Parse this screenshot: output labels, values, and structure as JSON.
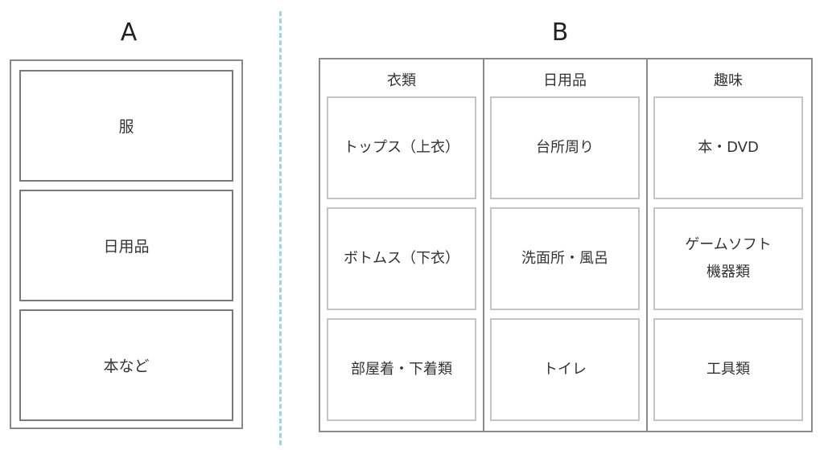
{
  "panel_a": {
    "title": "A",
    "boxes": [
      "服",
      "日用品",
      "本など"
    ]
  },
  "panel_b": {
    "title": "B",
    "columns": [
      {
        "header": "衣類",
        "cells": [
          [
            "トップス（上衣）"
          ],
          [
            "ボトムス（下衣）"
          ],
          [
            "部屋着・下着類"
          ]
        ]
      },
      {
        "header": "日用品",
        "cells": [
          [
            "台所周り"
          ],
          [
            "洗面所・風呂"
          ],
          [
            "トイレ"
          ]
        ]
      },
      {
        "header": "趣味",
        "cells": [
          [
            "本・DVD"
          ],
          [
            "ゲームソフト",
            "機器類"
          ],
          [
            "工具類"
          ]
        ]
      }
    ]
  },
  "colors": {
    "divider": "#9fd3ea",
    "outer_border": "#8a8a8a",
    "cell_border": "#c4c4c4"
  }
}
